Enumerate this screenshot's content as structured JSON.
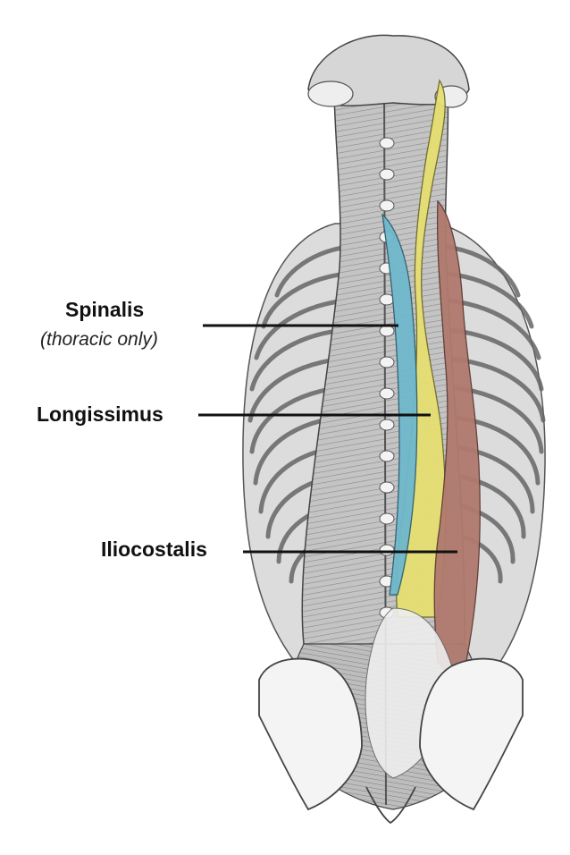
{
  "labels": {
    "spinalis": "Spinalis",
    "spinalis_note": "(thoracic only)",
    "longissimus": "Longissimus",
    "iliocostalis": "Iliocostalis"
  },
  "colors": {
    "spinalis": "#6fb8cc",
    "longissimus": "#e6df72",
    "iliocostalis": "#b07a6e",
    "bone": "#f1f1f1",
    "muscle_gray": "#b9b9b9",
    "line": "#111111"
  }
}
